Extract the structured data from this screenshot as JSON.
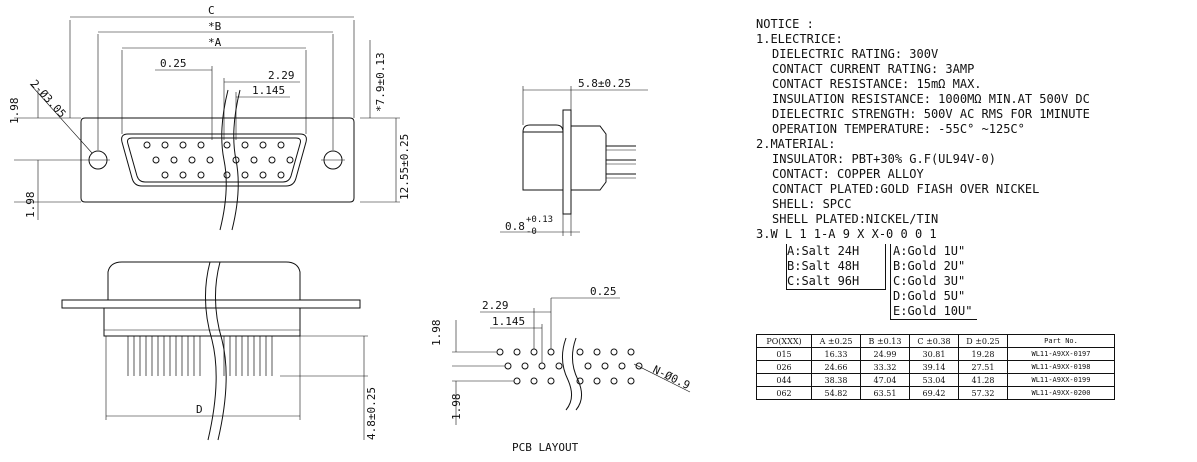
{
  "front_view": {
    "dim_c": "C",
    "dim_b": "*B",
    "dim_a": "*A",
    "dim_pitch": "0.25",
    "dim_row_offset": "2.29",
    "dim_half_pitch": "1.145",
    "dim_hole": "2-Ø3.05",
    "dim_height": "*7.9±0.13",
    "dim_face": "12.55±0.25",
    "dim_left_top": "1.98",
    "dim_left_bottom": "1.98"
  },
  "side_view": {
    "dim_depth": "5.8±0.25",
    "dim_flange_base": "0.8",
    "dim_flange_sup": "+0.13",
    "dim_flange_sub": "-0"
  },
  "bottom_view": {
    "dim_d": "D",
    "dim_pin": "4.8±0.25"
  },
  "pcb_layout": {
    "caption": "PCB LAYOUT",
    "dim_row_offset": "2.29",
    "dim_half_pitch": "1.145",
    "dim_pitch": "0.25",
    "dim_top": "1.98",
    "dim_bottom": "1.98",
    "dim_hole": "N-Ø0.9"
  },
  "notice": {
    "lines": [
      {
        "indent": 1,
        "text": "NOTICE :"
      },
      {
        "indent": 1,
        "text": "1.ELECTRICE:"
      },
      {
        "indent": 2,
        "text": "DIELECTRIC RATING: 300V"
      },
      {
        "indent": 2,
        "text": "CONTACT CURRENT RATING: 3AMP"
      },
      {
        "indent": 2,
        "text": "CONTACT RESISTANCE: 15mΩ MAX."
      },
      {
        "indent": 2,
        "text": "INSULATION RESISTANCE: 1000MΩ MIN.AT 500V DC"
      },
      {
        "indent": 2,
        "text": "DIELECTRIC STRENGTH: 500V AC RMS FOR 1MINUTE"
      },
      {
        "indent": 2,
        "text": "OPERATION TEMPERATURE: -55C° ~125C°"
      },
      {
        "indent": 1,
        "text": "2.MATERIAL:"
      },
      {
        "indent": 2,
        "text": "INSULATOR: PBT+30% G.F(UL94V-0)"
      },
      {
        "indent": 2,
        "text": "CONTACT: COPPER ALLOY"
      },
      {
        "indent": 2,
        "text": "CONTACT PLATED:GOLD FIASH OVER NICKEL"
      },
      {
        "indent": 2,
        "text": "SHELL: SPCC"
      },
      {
        "indent": 2,
        "text": "SHELL PLATED:NICKEL/TIN"
      },
      {
        "indent": 1,
        "text": "3.W L 1 1-A 9 X X-0 0 0 1"
      }
    ],
    "code_left": [
      "A:Salt 24H",
      "B:Salt 48H",
      "C:Salt 96H"
    ],
    "code_right": [
      "A:Gold 1U\"",
      "B:Gold 2U\"",
      "C:Gold 3U\"",
      "D:Gold 5U\"",
      "E:Gold 10U\""
    ]
  },
  "table": {
    "headers": [
      "PO(XXX)",
      "A ±0.25",
      "B ±0.13",
      "C ±0.38",
      "D ±0.25",
      "Part No."
    ],
    "rows": [
      [
        "015",
        "16.33",
        "24.99",
        "30.81",
        "19.28",
        "WL11-A9XX-0197"
      ],
      [
        "026",
        "24.66",
        "33.32",
        "39.14",
        "27.51",
        "WL11-A9XX-0198"
      ],
      [
        "044",
        "38.38",
        "47.04",
        "53.04",
        "41.28",
        "WL11-A9XX-0199"
      ],
      [
        "062",
        "54.82",
        "63.51",
        "69.42",
        "57.32",
        "WL11-A9XX-0200"
      ]
    ]
  }
}
